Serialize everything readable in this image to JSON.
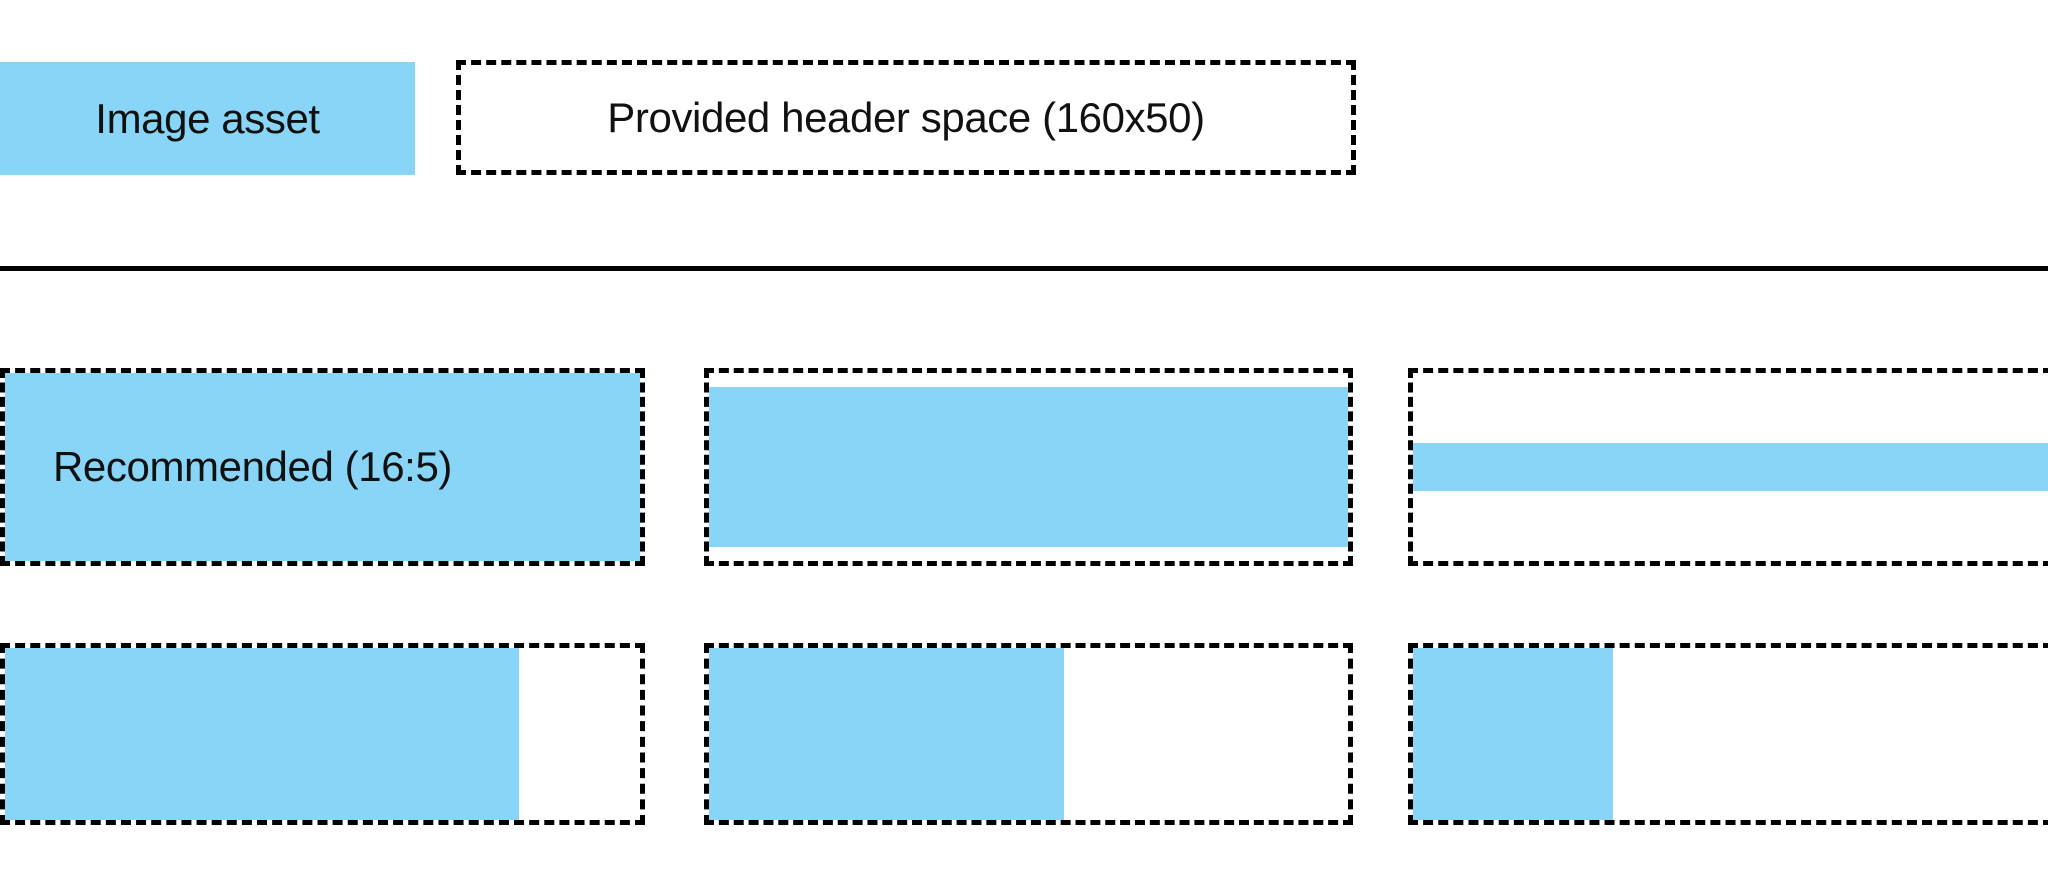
{
  "legend": {
    "image_asset_label": "Image asset",
    "header_space_label": "Provided header space (160x50)",
    "asset_color": "#88d5f7",
    "outline_color": "#000000"
  },
  "divider": {
    "color": "#000000"
  },
  "grid": {
    "rows": [
      {
        "name": "aspect-ratio-row-1",
        "cells": [
          {
            "label": "Recommended (16:5)",
            "fill_mode": "full",
            "fill_color": "#88d5f7"
          },
          {
            "label": "",
            "fill_mode": "inset-vertical",
            "fill_color": "#88d5f7"
          },
          {
            "label": "",
            "fill_mode": "band-centered",
            "fill_color": "#88d5f7"
          }
        ]
      },
      {
        "name": "aspect-ratio-row-2",
        "cells": [
          {
            "label": "",
            "fill_mode": "left-81",
            "fill_color": "#88d5f7"
          },
          {
            "label": "",
            "fill_mode": "left-55",
            "fill_color": "#88d5f7"
          },
          {
            "label": "",
            "fill_mode": "left-31",
            "fill_color": "#88d5f7"
          }
        ]
      }
    ]
  }
}
